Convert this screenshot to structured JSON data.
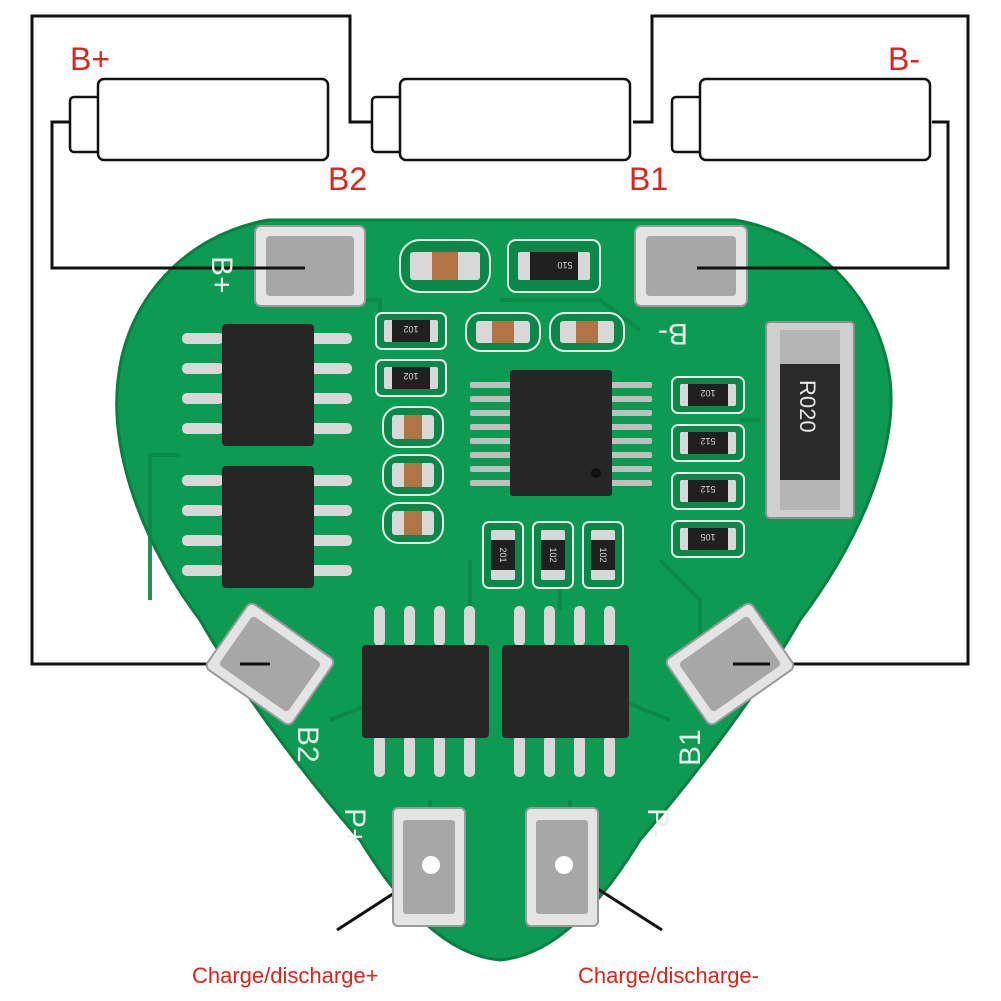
{
  "labels": {
    "b_plus": "B+",
    "b_minus": "B-",
    "b2": "B2",
    "b1": "B1",
    "charge_plus": "Charge/discharge+",
    "charge_minus": "Charge/discharge-"
  },
  "silkscreen": {
    "b_plus": "B+",
    "b_minus": "B-",
    "b2": "B2",
    "b1": "B1",
    "p_plus": "P+",
    "p_minus": "P-"
  },
  "components": {
    "shunt_resistor": "R020",
    "r_top": "510",
    "r1": "102",
    "r2": "102",
    "r3": "102",
    "r4": "512",
    "r5": "512",
    "r6": "105",
    "r7": "201",
    "r8": "102",
    "r9": "102"
  },
  "colors": {
    "pcb": "#0d9a52",
    "pcb_dark": "#0a7f43",
    "pad": "#a7a7a7",
    "wire": "#111111",
    "label_red": "#d8261c",
    "chip": "#262626"
  }
}
